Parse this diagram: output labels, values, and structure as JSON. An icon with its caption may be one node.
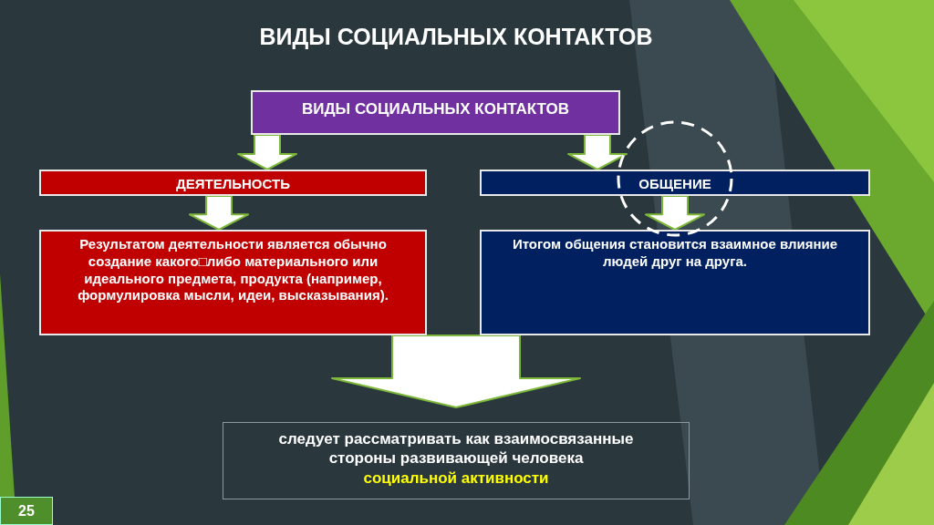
{
  "diagram": {
    "title": "ВИДЫ СОЦИАЛЬНЫХ КОНТАКТОВ",
    "nodes": [
      {
        "text": [
          "ВИДЫ СОЦИАЛЬНЫХ КОНТАКТОВ"
        ]
      },
      {
        "text": [
          "ДЕЯТЕЛЬНОСТЬ"
        ]
      },
      {
        "text": [
          "Результатом деятельности является обычно создание какого□либо материального или идеального предмета, продукта (например, формулировка мысли, идеи, высказывания)."
        ]
      },
      {
        "text": [
          "ОБЩЕНИЕ"
        ]
      },
      {
        "text": [
          "Итогом общения становится взаимное влияние людей друг на друга."
        ]
      },
      {
        "text": [
          "следует рассматривать как взаимосвязанные стороны развивающей человека",
          "социальной активности"
        ]
      }
    ],
    "edges": [
      {
        "from": 0,
        "to": 1,
        "arrow": "to"
      },
      {
        "from": 0,
        "to": 3,
        "arrow": "to"
      },
      {
        "from": 1,
        "to": 2,
        "arrow": "to"
      },
      {
        "from": 3,
        "to": 4,
        "arrow": "to"
      },
      {
        "from": 2,
        "to": 5,
        "arrow": "to"
      },
      {
        "from": 4,
        "to": 5,
        "arrow": "to"
      }
    ],
    "labels": [
      "25"
    ]
  }
}
